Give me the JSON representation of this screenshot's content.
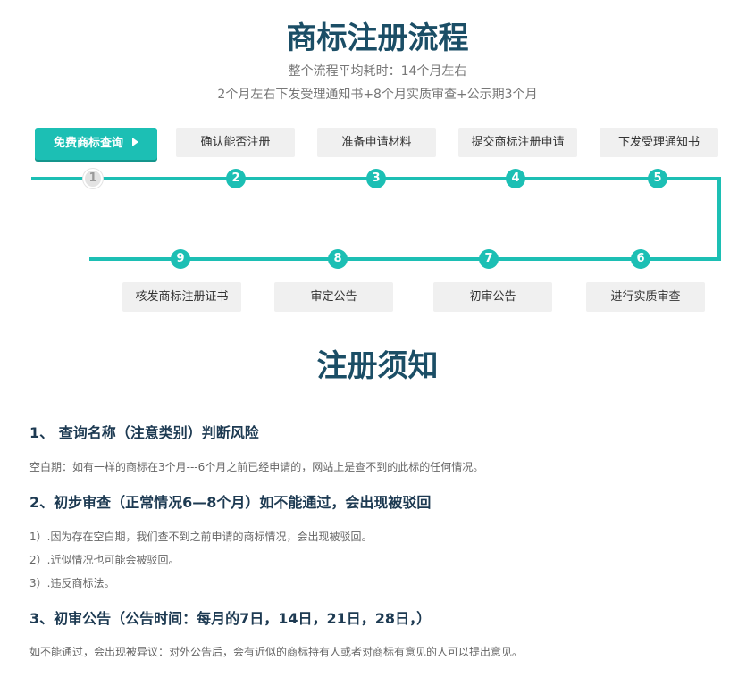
{
  "header": {
    "title": "商标注册流程",
    "subtitle_line1": "整个流程平均耗时：14个月左右",
    "subtitle_line2": "2个月左右下发受理通知书+8个月实质审查+公示期3个月"
  },
  "process": {
    "primary_step": "免费商标查询",
    "steps": [
      {
        "num": "1",
        "label": "免费商标查询"
      },
      {
        "num": "2",
        "label": "确认能否注册"
      },
      {
        "num": "3",
        "label": "准备申请材料"
      },
      {
        "num": "4",
        "label": "提交商标注册申请"
      },
      {
        "num": "5",
        "label": "下发受理通知书"
      },
      {
        "num": "6",
        "label": "进行实质审查"
      },
      {
        "num": "7",
        "label": "初审公告"
      },
      {
        "num": "8",
        "label": "审定公告"
      },
      {
        "num": "9",
        "label": "核发商标注册证书"
      }
    ]
  },
  "notice": {
    "title": "注册须知",
    "sections": [
      {
        "heading": "1、 查询名称（注意类别）判断风险",
        "lines": [
          "空白期：如有一样的商标在3个月---6个月之前已经申请的，网站上是查不到的此标的任何情况。"
        ]
      },
      {
        "heading": "2、初步审查（正常情况6—8个月）如不能通过，会出现被驳回",
        "lines": [
          "1）.因为存在空白期，我们查不到之前申请的商标情况，会出现被驳回。",
          "2）.近似情况也可能会被驳回。",
          "3）.违反商标法。"
        ]
      },
      {
        "heading": "3、初审公告（公告时间：每月的7日，14日，21日，28日，）",
        "lines": [
          "如不能通过，会出现被异议：对外公告后，会有近似的商标持有人或者对商标有意见的人可以提出意见。"
        ]
      }
    ]
  },
  "colors": {
    "accent": "#1cbfb4",
    "title": "#1b4e66",
    "heading": "#1d3a52"
  }
}
